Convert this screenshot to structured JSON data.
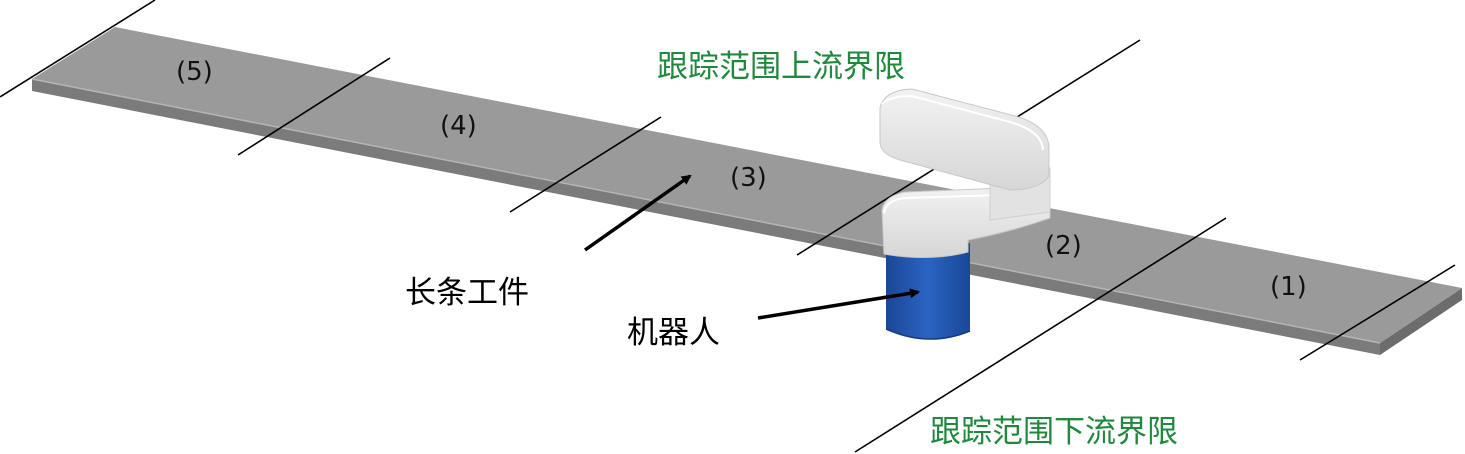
{
  "diagram": {
    "segments": [
      "(1)",
      "(2)",
      "(3)",
      "(4)",
      "(5)"
    ],
    "labels": {
      "upstream_limit": "跟踪范围上流界限",
      "downstream_limit": "跟踪范围下流界限",
      "workpiece": "长条工件",
      "robot": "机器人"
    },
    "colors": {
      "workpiece_top": "#9a9a9a",
      "workpiece_side": "#7b7b7b",
      "robot_arm": "#e8e8e8",
      "robot_base": "#1f55ad",
      "limit_text": "#1e8a3c",
      "line": "#000000"
    }
  }
}
